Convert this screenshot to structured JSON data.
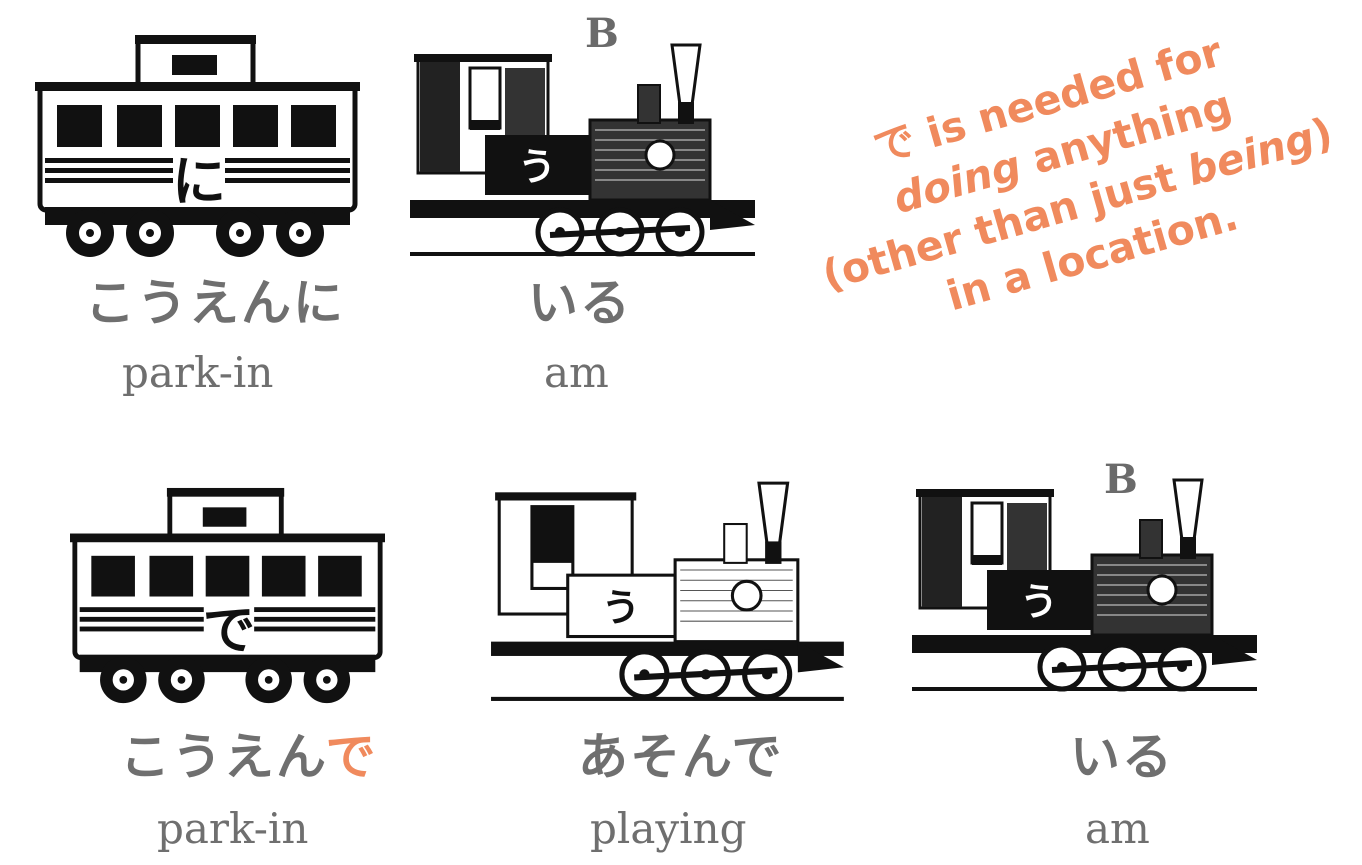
{
  "top": {
    "caboose_particle": "に",
    "loco_char": "う",
    "loco_badge": "B",
    "phrase1_jp": "こうえんに",
    "phrase1_en": "park-in",
    "phrase2_jp": "いる",
    "phrase2_en": "am"
  },
  "bottom": {
    "caboose_particle": "で",
    "loco1_char": "う",
    "loco2_char": "う",
    "loco2_badge": "B",
    "phrase1_jp_base": "こうえん",
    "phrase1_jp_particle": "で",
    "phrase1_en": "park-in",
    "phrase2_jp": "あそんで",
    "phrase2_en": "playing",
    "phrase3_jp": "いる",
    "phrase3_en": "am"
  },
  "note": {
    "line1_particle": "で",
    "line1_rest": " is needed for",
    "line2_italic": "doing",
    "line2_rest": " anything",
    "line3_a": "(other than just ",
    "line3_italic": "being",
    "line3_b": ")",
    "line4": "in a location."
  },
  "colors": {
    "accent": "#f08a5d",
    "text_gray": "#6f6f6f",
    "ink": "#111111"
  },
  "icons": [
    "caboose-icon",
    "locomotive-icon"
  ]
}
